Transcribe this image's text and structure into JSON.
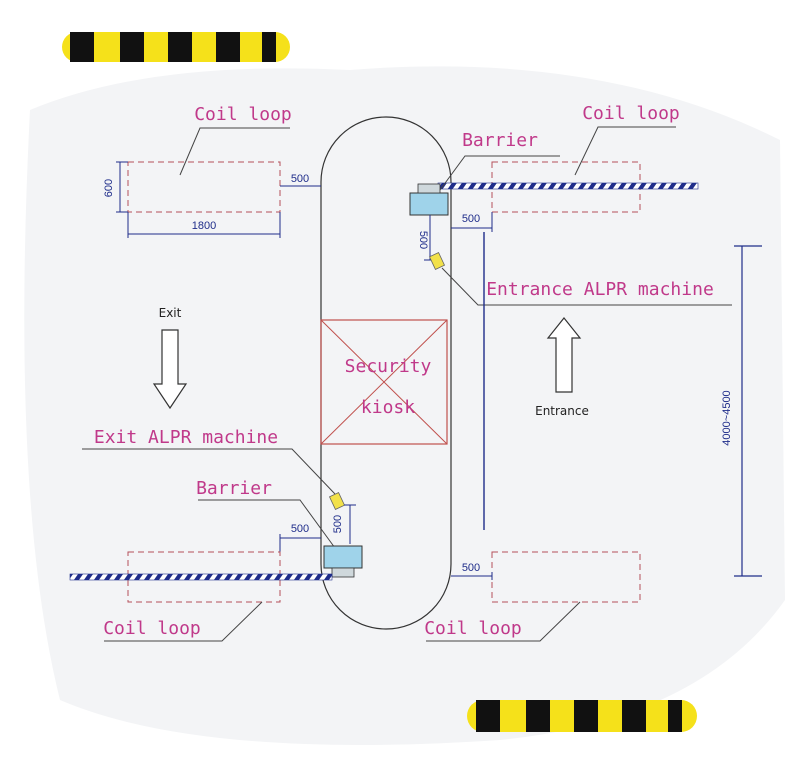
{
  "labels": {
    "coil_loop_tl": "Coil loop",
    "coil_loop_tr": "Coil loop",
    "coil_loop_bl": "Coil loop",
    "coil_loop_br": "Coil loop",
    "barrier_top": "Barrier",
    "barrier_bottom": "Barrier",
    "entrance_alpr": "Entrance ALPR machine",
    "exit_alpr": "Exit ALPR machine",
    "security_kiosk_line1": "Security",
    "security_kiosk_line2": "kiosk",
    "exit": "Exit",
    "entrance": "Entrance"
  },
  "dimensions": {
    "coil_width": "1800",
    "coil_height": "600",
    "gap_tl": "500",
    "gap_tr": "500",
    "gap_top_vertical": "500",
    "gap_bl": "500",
    "gap_bottom_vertical": "500",
    "gap_br": "500",
    "lane_width": "4000~4500"
  },
  "colors": {
    "pink": "#c0398a",
    "dimension_blue": "#1f2d8a",
    "coil_dash": "#b4505a",
    "kiosk_red": "#c0504d",
    "stripe_yellow": "#f5e11a",
    "stripe_black": "#111111",
    "barrier_box": "#9fd3ea"
  }
}
